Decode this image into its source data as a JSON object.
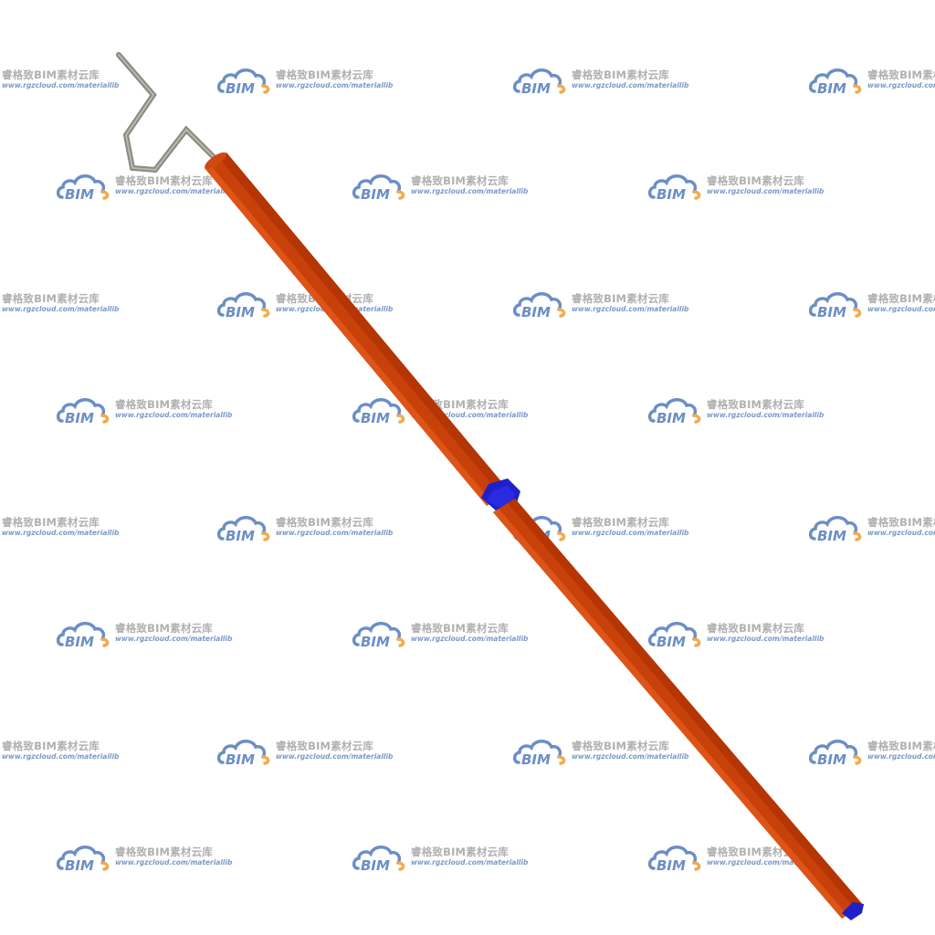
{
  "watermark": {
    "logo_text": "BIM",
    "title": "睿格致BIM素材云库",
    "url": "www.rgzcloud.com/materiallib"
  },
  "colors": {
    "pole_orange": "#c8400a",
    "connector_blue": "#1f1fcc",
    "hook_gray": "#8a8a80",
    "logo_blue": "#5b82c2",
    "logo_orange": "#f2a13a",
    "watermark_gray": "#a8a8a8"
  },
  "object": {
    "icon": "insulated-hook-pole",
    "parts": [
      "metal-hook",
      "orange-pole-upper",
      "blue-connector",
      "orange-pole-lower",
      "blue-end-cap"
    ]
  }
}
